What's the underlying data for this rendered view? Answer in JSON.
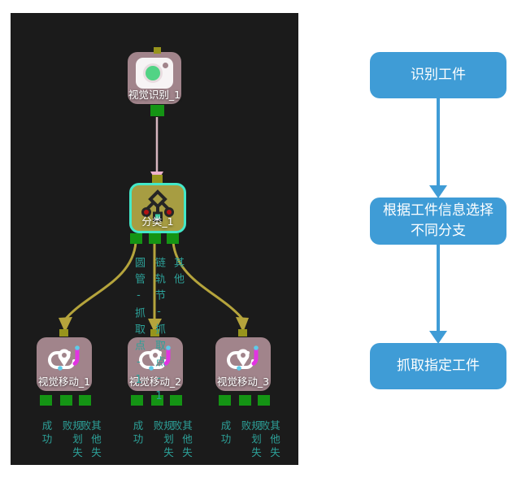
{
  "canvas": {
    "nodes": {
      "recognize": {
        "label": "视觉识别_1"
      },
      "classify": {
        "label": "分类_1",
        "selected": true
      },
      "move1": {
        "label": "视觉移动_1"
      },
      "move2": {
        "label": "视觉移动_2"
      },
      "move3": {
        "label": "视觉移动_3"
      }
    },
    "branch_labels": {
      "pipe": "圆管-抓取点-1",
      "track": "链轨节-抓取点-1",
      "other": "其他"
    },
    "port_labels": {
      "success": "成功",
      "plan_fail": "规划失败",
      "other_fail": "其他失败"
    },
    "colors": {
      "canvas_bg": "#1b1b1b",
      "node_mauve": "#a1848b",
      "node_olive": "#a79d42",
      "selection_teal": "#43e8c8",
      "port_green": "#149414",
      "port_olive": "#97941c",
      "edge_olive": "#b5a43c",
      "edge_pink": "#d6b6bf",
      "label_teal": "#2da199",
      "icon_magenta": "#e234e2",
      "icon_red": "#b31414",
      "icon_lens_green": "#52d385"
    }
  },
  "flowchart": {
    "accent": "#3f9cd6",
    "steps": [
      {
        "label": "识别工件"
      },
      {
        "label": "根据工件信息选择不同分支"
      },
      {
        "label": "抓取指定工件"
      }
    ]
  }
}
